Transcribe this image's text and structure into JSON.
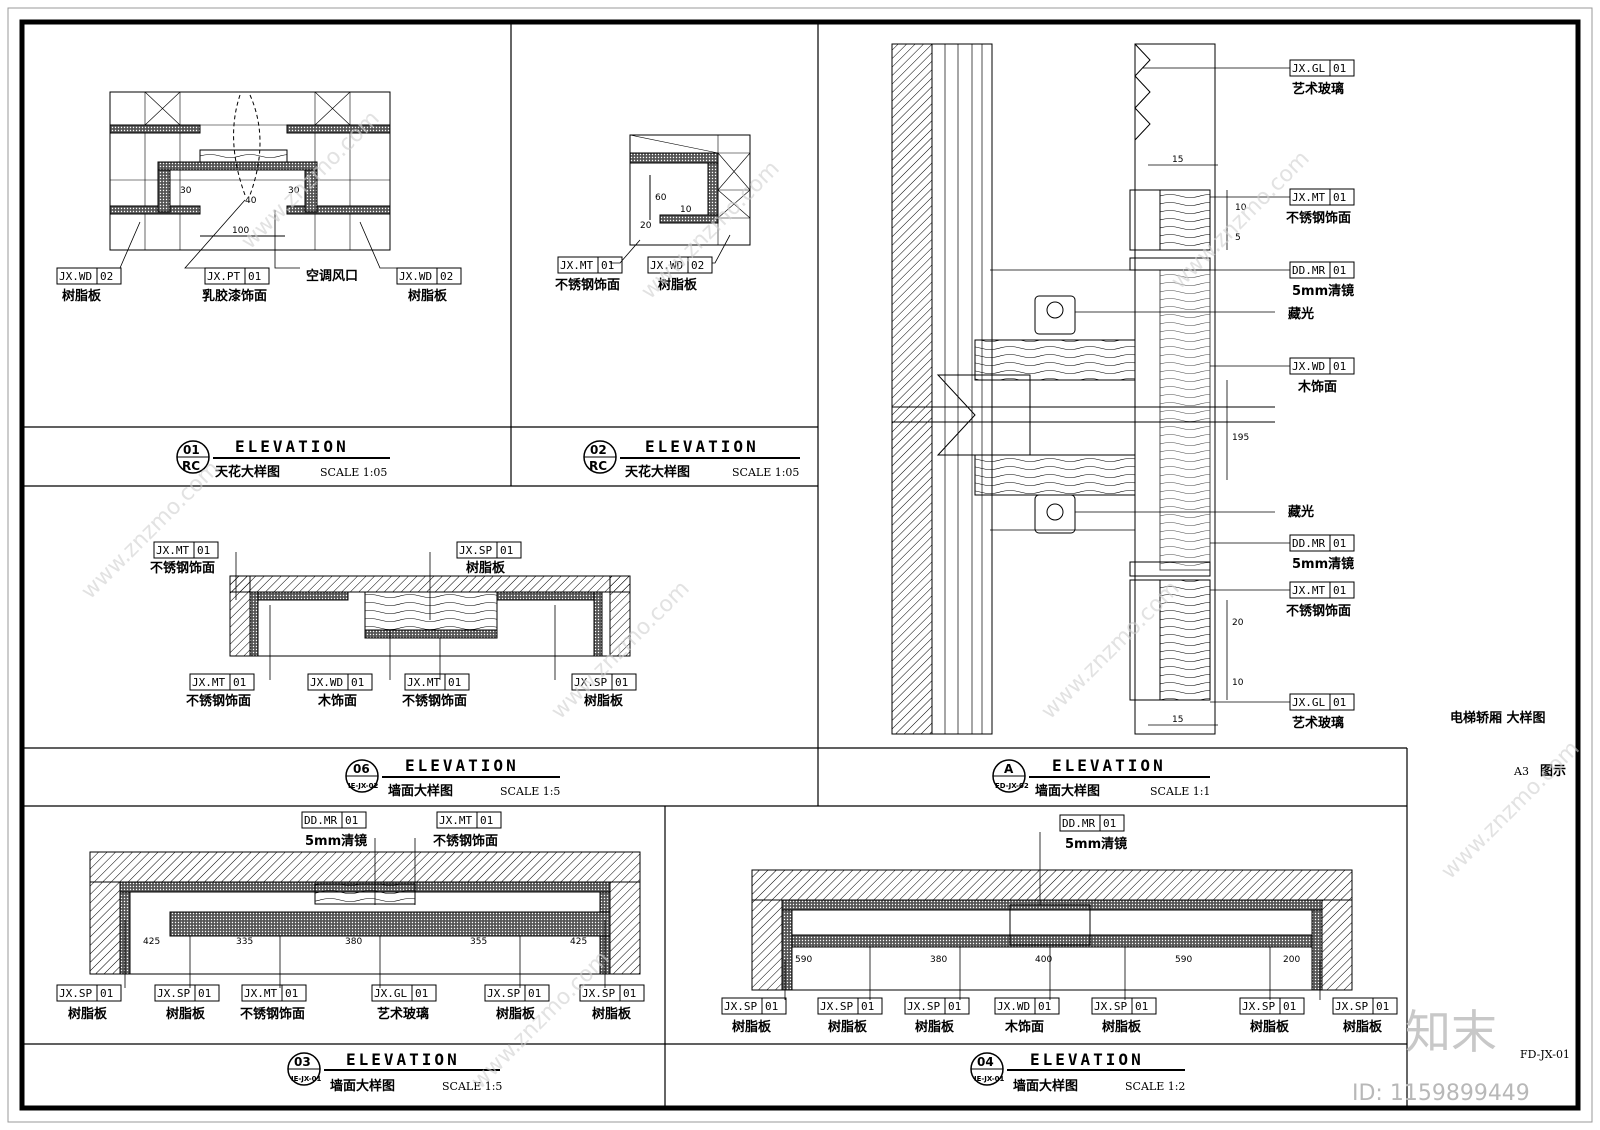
{
  "panels": {
    "p01": {
      "num": "01",
      "code": "RC",
      "elev": "ELEVATION",
      "title": "天花大样图",
      "scale": "SCALE 1:05",
      "tags": [
        {
          "code": "JX.WD",
          "n": "02",
          "label": "树脂板"
        },
        {
          "code": "JX.PT",
          "n": "01",
          "label": "乳胶漆饰面"
        },
        {
          "code": "",
          "n": "",
          "label": "空调风口"
        },
        {
          "code": "JX.WD",
          "n": "02",
          "label": "树脂板"
        }
      ],
      "dims": [
        "100",
        "30",
        "30",
        "40"
      ]
    },
    "p02": {
      "num": "02",
      "code": "RC",
      "elev": "ELEVATION",
      "title": "天花大样图",
      "scale": "SCALE 1:05",
      "tags": [
        {
          "code": "JX.MT",
          "n": "01",
          "label": "不锈钢饰面"
        },
        {
          "code": "JX.WD",
          "n": "02",
          "label": "树脂板"
        }
      ],
      "dims": [
        "60",
        "20",
        "10"
      ]
    },
    "p06": {
      "num": "06",
      "code": "IE-JX-02",
      "elev": "ELEVATION",
      "title": "墙面大样图",
      "scale": "SCALE 1:5",
      "tags_top": [
        {
          "code": "JX.MT",
          "n": "01",
          "label": "不锈钢饰面"
        },
        {
          "code": "JX.SP",
          "n": "01",
          "label": "树脂板"
        }
      ],
      "tags_bottom": [
        {
          "code": "JX.MT",
          "n": "01",
          "label": "不锈钢饰面"
        },
        {
          "code": "JX.WD",
          "n": "01",
          "label": "木饰面"
        },
        {
          "code": "JX.MT",
          "n": "01",
          "label": "不锈钢饰面"
        },
        {
          "code": "JX.SP",
          "n": "01",
          "label": "树脂板"
        }
      ]
    },
    "pA": {
      "num": "A",
      "code": "FD-JX-02",
      "elev": "ELEVATION",
      "title": "墙面大样图",
      "scale": "SCALE 1:1",
      "tags": [
        {
          "code": "JX.GL",
          "n": "01",
          "label": "艺术玻璃"
        },
        {
          "code": "JX.MT",
          "n": "01",
          "label": "不锈钢饰面"
        },
        {
          "code": "DD.MR",
          "n": "01",
          "label": "5mm清镜"
        },
        {
          "code": "",
          "n": "",
          "label": "藏光"
        },
        {
          "code": "JX.WD",
          "n": "01",
          "label": "木饰面"
        },
        {
          "code": "",
          "n": "",
          "label": "藏光"
        },
        {
          "code": "DD.MR",
          "n": "01",
          "label": "5mm清镜"
        },
        {
          "code": "JX.MT",
          "n": "01",
          "label": "不锈钢饰面"
        },
        {
          "code": "JX.GL",
          "n": "01",
          "label": "艺术玻璃"
        }
      ],
      "dims": [
        "15",
        "10",
        "5",
        "195",
        "20",
        "10",
        "15"
      ]
    },
    "p03": {
      "num": "03",
      "code": "IE-JX-01",
      "elev": "ELEVATION",
      "title": "墙面大样图",
      "scale": "SCALE 1:5",
      "tags_top": [
        {
          "code": "DD.MR",
          "n": "01",
          "label": "5mm清镜"
        },
        {
          "code": "JX.MT",
          "n": "01",
          "label": "不锈钢饰面"
        }
      ],
      "tags_bottom": [
        {
          "code": "JX.SP",
          "n": "01",
          "label": "树脂板"
        },
        {
          "code": "JX.SP",
          "n": "01",
          "label": "树脂板"
        },
        {
          "code": "JX.MT",
          "n": "01",
          "label": "不锈钢饰面"
        },
        {
          "code": "JX.GL",
          "n": "01",
          "label": "艺术玻璃"
        },
        {
          "code": "JX.SP",
          "n": "01",
          "label": "树脂板"
        },
        {
          "code": "JX.SP",
          "n": "01",
          "label": "树脂板"
        }
      ],
      "dims": [
        "425",
        "335",
        "380",
        "355",
        "425"
      ]
    },
    "p04": {
      "num": "04",
      "code": "IE-JX-01",
      "elev": "ELEVATION",
      "title": "墙面大样图",
      "scale": "SCALE 1:2",
      "tags_top": [
        {
          "code": "DD.MR",
          "n": "01",
          "label": "5mm清镜"
        }
      ],
      "tags_bottom": [
        {
          "code": "JX.SP",
          "n": "01",
          "label": "树脂板"
        },
        {
          "code": "JX.SP",
          "n": "01",
          "label": "树脂板"
        },
        {
          "code": "JX.SP",
          "n": "01",
          "label": "树脂板"
        },
        {
          "code": "JX.WD",
          "n": "01",
          "label": "木饰面"
        },
        {
          "code": "JX.SP",
          "n": "01",
          "label": "树脂板"
        },
        {
          "code": "JX.SP",
          "n": "01",
          "label": "树脂板"
        },
        {
          "code": "JX.SP",
          "n": "01",
          "label": "树脂板"
        }
      ],
      "dims": [
        "590",
        "380",
        "400",
        "590",
        "200"
      ]
    }
  },
  "side": {
    "caption": "电梯轿厢 大样图",
    "paper": "A3",
    "legend": "图示",
    "sheet": "FD-JX-01"
  },
  "watermark": {
    "logo": "知末",
    "id": "ID: 1159899449",
    "site": "www.znzmo.com"
  }
}
